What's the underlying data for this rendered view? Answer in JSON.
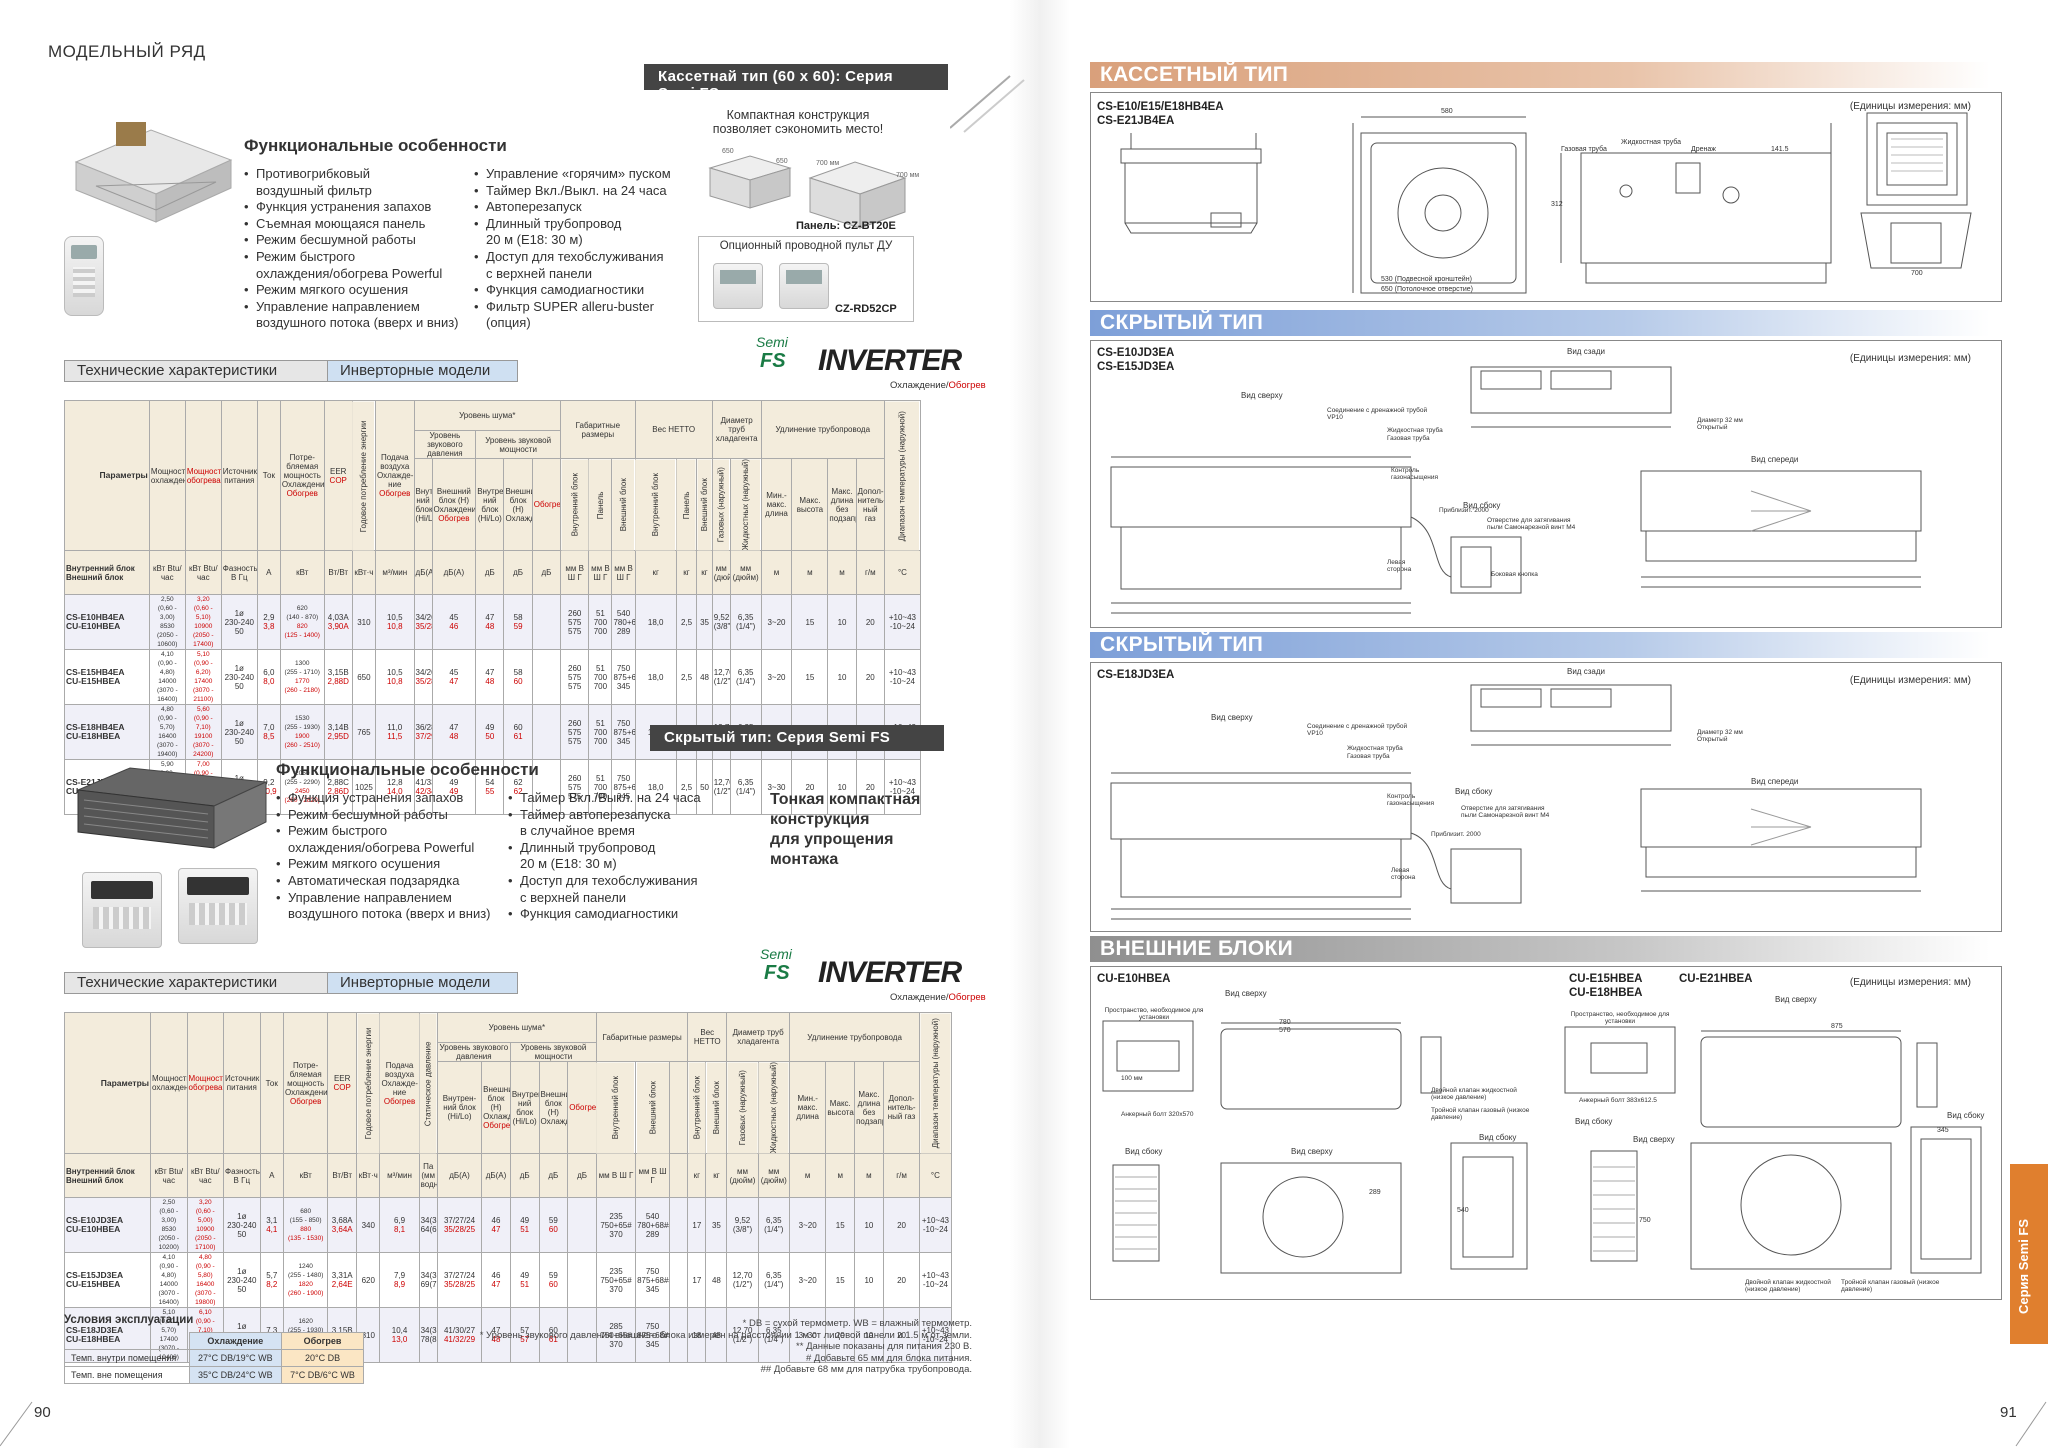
{
  "left": {
    "header": "МОДЕЛЬНЫЙ РЯД",
    "page_number": "90",
    "cassette": {
      "tag": "Кассетнай тип (60 х 60):  Серия Semi FS",
      "compact": "Компактная конструкция позволяет сэкономить место!",
      "dims": [
        "650",
        "650",
        "700 мм",
        "700 мм"
      ],
      "panel": "Панель: CZ-BT20E",
      "remote_title": "Опционный проводной пульт ДУ",
      "remote_code": "CZ-RD52CP",
      "features_title": "Функциональные особенности",
      "features_left": [
        "Противогрибковый",
        "воздушный фильтр",
        "Функция устранения запахов",
        "Съемная моющаяся панель",
        "Режим бесшумной работы",
        "Режим быстрого",
        "охлаждения/обогрева Powerful",
        "Режим мягкого осушения",
        "Управление направлением",
        "воздушного потока (вверх и вниз)"
      ],
      "features_right": [
        "Управление «горячим» пуском",
        "Таймер Вкл./Выкл. на 24 часа",
        "Автоперезапуск",
        "Длинный трубопровод",
        "20 м (E18: 30 м)",
        "Доступ для техобслуживания",
        "с верхней панели",
        "Функция самодиагностики",
        "Фильтр SUPER alleru-buster",
        "(опция)"
      ]
    },
    "tech_label": "Технические характеристики",
    "inverter_label": "Инверторные модели",
    "inverter_logo": "INVERTER",
    "semi_logo": "Semi",
    "fs_logo": "FS",
    "cool_heat": "Охлаждение/",
    "cool_heat_red": "Обогрев",
    "table_headers": {
      "params": "Параметры",
      "indoor": "Внутренний блок",
      "outdoor": "Внешний блок",
      "cap_cool": "Мощность охлаждения",
      "cap_heat": "Мощность обогрева",
      "power_src": "Источник питания",
      "current": "Ток",
      "power_cons": "Потре-бляемая мощность Охлаждение",
      "power_cons_red": "Обогрев",
      "eer": "EER",
      "cop": "COP",
      "annual": "Годовое потребление энергии",
      "airflow": "Подача воздуха Охлажде-ние",
      "airflow_red": "Обогрев",
      "noise": "Уровень шума*",
      "noise_press": "Уровень звукового давления",
      "noise_pow": "Уровень звуковой мощности",
      "n_in": "Внутрен-ний блок (Hi/Lo)",
      "n_out": "Внешний блок (H) Охлаждение",
      "n_out_red": "Обогрев",
      "dims": "Габаритные размеры",
      "d_in": "Внутренний блок",
      "d_panel": "Панель",
      "d_out": "Внешний блок",
      "weight": "Вес НЕТТО",
      "w_in": "Внутренний блок",
      "w_panel": "Панель",
      "w_out": "Внешний блок",
      "pipe": "Диаметр труб хладагента",
      "p_gas": "Газовых (наружный)",
      "p_liq": "Жидкостных (наружный)",
      "ext": "Удлинение трубопровода",
      "e_min": "Мин.- макс. длина",
      "e_h": "Макс. высота",
      "e_len": "Макс. длина без подзаправки",
      "e_add": "Допол-нитель-ный газ",
      "temp": "Диапазон температуры (наружной)",
      "static": "Статическое давление",
      "u_kw": "кВт Btu/час",
      "u_phase": "Фазность В Гц",
      "u_a": "А",
      "u_kw2": "кВт",
      "u_btw": "Вт/Вт",
      "u_kwh": "кВт·ч",
      "u_m3": "м³/мин",
      "u_pa": "Па (мм водн.ст.)",
      "u_db": "дБ(А)",
      "u_db2": "дБ",
      "u_mm": "мм В Ш Г",
      "u_kg": "кг",
      "u_mmd": "мм (дюйм)",
      "u_m": "м",
      "u_gm": "г/м",
      "u_c": "°C"
    },
    "table1": [
      {
        "in": "CS-E10HB4EA",
        "out": "CU-E10HBEA",
        "cool": [
          "2,50",
          "(0,60 - 3,00)",
          "8530",
          "(2050 - 10600)"
        ],
        "heat": [
          "3,20",
          "(0,60 - 5,10)",
          "10900",
          "(2050 - 17400)"
        ],
        "ps": [
          "1ø",
          "230-240",
          "50"
        ],
        "cur": [
          "2,9",
          "3,8"
        ],
        "pw": [
          "620",
          "(140 - 870)",
          "820",
          "(125 - 1400)"
        ],
        "eer": [
          "4,03A",
          "3,90A"
        ],
        "ann": "310",
        "air": [
          "10,5",
          "10,8"
        ],
        "nin": [
          "34/26/23",
          "35/28/25"
        ],
        "nout": [
          "45",
          "46"
        ],
        "pwi": [
          "47",
          "48"
        ],
        "pwo": [
          "58",
          "59"
        ],
        "din": [
          "260",
          "575",
          "575"
        ],
        "dpan": [
          "51",
          "700",
          "700"
        ],
        "dout": [
          "540",
          "780+68##",
          "289"
        ],
        "wi": "18,0",
        "wp": "2,5",
        "wo": "35",
        "gas": [
          "9,52",
          "(3/8\")"
        ],
        "liq": [
          "6,35",
          "(1/4\")"
        ],
        "emin": "3~20",
        "eh": "15",
        "elen": "10",
        "eadd": "20",
        "temp": [
          "+10~43",
          "-10~24"
        ]
      },
      {
        "in": "CS-E15HB4EA",
        "out": "CU-E15HBEA",
        "cool": [
          "4,10",
          "(0,90 - 4,80)",
          "14000",
          "(3070 - 16400)"
        ],
        "heat": [
          "5,10",
          "(0,90 - 6,20)",
          "17400",
          "(3070 - 21100)"
        ],
        "ps": [
          "1ø",
          "230-240",
          "50"
        ],
        "cur": [
          "6,0",
          "8,0"
        ],
        "pw": [
          "1300",
          "(255 - 1710)",
          "1770",
          "(260 - 2180)"
        ],
        "eer": [
          "3,15B",
          "2,88D"
        ],
        "ann": "650",
        "air": [
          "10,5",
          "10,8"
        ],
        "nin": [
          "34/26/23",
          "35/28/25"
        ],
        "nout": [
          "45",
          "47"
        ],
        "pwi": [
          "47",
          "48"
        ],
        "pwo": [
          "58",
          "60"
        ],
        "din": [
          "260",
          "575",
          "575"
        ],
        "dpan": [
          "51",
          "700",
          "700"
        ],
        "dout": [
          "750",
          "875+68##",
          "345"
        ],
        "wi": "18,0",
        "wp": "2,5",
        "wo": "48",
        "gas": [
          "12,70",
          "(1/2\")"
        ],
        "liq": [
          "6,35",
          "(1/4\")"
        ],
        "emin": "3~20",
        "eh": "15",
        "elen": "10",
        "eadd": "20",
        "temp": [
          "+10~43",
          "-10~24"
        ]
      },
      {
        "in": "CS-E18HB4EA",
        "out": "CU-E18HBEA",
        "cool": [
          "4,80",
          "(0,90 - 5,70)",
          "16400",
          "(3070 - 19400)"
        ],
        "heat": [
          "5,60",
          "(0,90 - 7,10)",
          "19100",
          "(3070 - 24200)"
        ],
        "ps": [
          "1ø",
          "230-240",
          "50"
        ],
        "cur": [
          "7,0",
          "8,5"
        ],
        "pw": [
          "1530",
          "(255 - 1930)",
          "1900",
          "(260 - 2510)"
        ],
        "eer": [
          "3,14B",
          "2,95D"
        ],
        "ann": "765",
        "air": [
          "11,0",
          "11,5"
        ],
        "nin": [
          "36/28/25",
          "37/29/26"
        ],
        "nout": [
          "47",
          "48"
        ],
        "pwi": [
          "49",
          "50"
        ],
        "pwo": [
          "60",
          "61"
        ],
        "din": [
          "260",
          "575",
          "575"
        ],
        "dpan": [
          "51",
          "700",
          "700"
        ],
        "dout": [
          "750",
          "875+68##",
          "345"
        ],
        "wi": "18,0",
        "wp": "2,5",
        "wo": "48",
        "gas": [
          "12,70",
          "(1/2\")"
        ],
        "liq": [
          "6,35",
          "(1/4\")"
        ],
        "emin": "3~30",
        "eh": "20",
        "elen": "10",
        "eadd": "20",
        "temp": [
          "+10~43",
          "-10~24"
        ]
      },
      {
        "in": "CS-E21JB4EA",
        "out": "CU-E21HBEA",
        "cool": [
          "5,90",
          "(0,90 - 6,80)",
          "20100",
          "(3070 - 23200)"
        ],
        "heat": [
          "7,00",
          "(0,90 - 8,00)",
          "23900",
          "(3070 - 27300)"
        ],
        "ps": [
          "1ø",
          "230-240",
          "50"
        ],
        "cur": [
          "9,2",
          "10,9"
        ],
        "pw": [
          "2050",
          "(255 - 2290)",
          "2450",
          "(260 - 2820)"
        ],
        "eer": [
          "2,88C",
          "2,86D"
        ],
        "ann": "1025",
        "air": [
          "12,8",
          "14,0"
        ],
        "nin": [
          "41/33/30",
          "42/34/31"
        ],
        "nout": [
          "49",
          "49"
        ],
        "pwi": [
          "54",
          "55"
        ],
        "pwo": [
          "62",
          "62"
        ],
        "din": [
          "260",
          "575",
          "575"
        ],
        "dpan": [
          "51",
          "700",
          "700"
        ],
        "dout": [
          "750",
          "875+68##",
          "345"
        ],
        "wi": "18,0",
        "wp": "2,5",
        "wo": "50",
        "gas": [
          "12,70",
          "(1/2\")"
        ],
        "liq": [
          "6,35",
          "(1/4\")"
        ],
        "emin": "3~30",
        "eh": "20",
        "elen": "10",
        "eadd": "20",
        "temp": [
          "+10~43",
          "-10~24"
        ]
      }
    ],
    "hidden": {
      "tag": "Скрытый тип:  Серия Semi FS",
      "features_title": "Функциональные особенности",
      "features_left": [
        "Функция устранения запахов",
        "Режим бесшумной работы",
        "Режим быстрого",
        "охлаждения/обогрева Powerful",
        "Режим мягкого осушения",
        "Автоматическая подзарядка",
        "Управление направлением",
        "воздушного потока (вверх и вниз)"
      ],
      "features_right": [
        "Таймер Вкл./Выкл. на 24 часа",
        "Таймер автоперезапуска",
        "в случайное время",
        "Длинный трубопровод",
        "20 м (E18: 30 м)",
        "Доступ для техобслуживания",
        "с верхней панели",
        "Функция самодиагностики"
      ],
      "slogan": [
        "Тонкая компактная",
        "конструкция",
        "для упрощения",
        "монтажа"
      ]
    },
    "table2": [
      {
        "in": "CS-E10JD3EA",
        "out": "CU-E10HBEA",
        "cool": [
          "2,50",
          "(0,60 - 3,00)",
          "8530",
          "(2050 - 10200)"
        ],
        "heat": [
          "3,20",
          "(0,60 - 5,00)",
          "10900",
          "(2050 - 17100)"
        ],
        "ps": [
          "1ø",
          "230-240",
          "50"
        ],
        "cur": [
          "3,1",
          "4,1"
        ],
        "pw": [
          "680",
          "(155 - 850)",
          "880",
          "(135 - 1530)"
        ],
        "eer": [
          "3,68A",
          "3,64A"
        ],
        "ann": "340",
        "air": [
          "6,9",
          "8,1"
        ],
        "st": [
          "34(3,5)",
          "64(6,5)"
        ],
        "nin": [
          "37/27/24",
          "35/28/25"
        ],
        "nout": [
          "46",
          "47"
        ],
        "pwi": [
          "49",
          "51"
        ],
        "pwo": [
          "59",
          "60"
        ],
        "din": [
          "235",
          "750+65#",
          "370"
        ],
        "dout": [
          "540",
          "780+68##",
          "289"
        ],
        "wi": "17",
        "wo": "35",
        "gas": [
          "9,52",
          "(3/8\")"
        ],
        "liq": [
          "6,35",
          "(1/4\")"
        ],
        "emin": "3~20",
        "eh": "15",
        "elen": "10",
        "eadd": "20",
        "temp": [
          "+10~43",
          "-10~24"
        ]
      },
      {
        "in": "CS-E15JD3EA",
        "out": "CU-E15HBEA",
        "cool": [
          "4,10",
          "(0,90 - 4,80)",
          "14000",
          "(3070 - 16400)"
        ],
        "heat": [
          "4,80",
          "(0,90 - 5,80)",
          "16400",
          "(3070 - 19800)"
        ],
        "ps": [
          "1ø",
          "230-240",
          "50"
        ],
        "cur": [
          "5,7",
          "8,2"
        ],
        "pw": [
          "1240",
          "(255 - 1480)",
          "1820",
          "(260 - 1900)"
        ],
        "eer": [
          "3,31A",
          "2,64E"
        ],
        "ann": "620",
        "air": [
          "7,9",
          "8,9"
        ],
        "st": [
          "34(3,5)",
          "69(7,0)"
        ],
        "nin": [
          "37/27/24",
          "35/28/25"
        ],
        "nout": [
          "46",
          "47"
        ],
        "pwi": [
          "49",
          "51"
        ],
        "pwo": [
          "59",
          "60"
        ],
        "din": [
          "235",
          "750+65#",
          "370"
        ],
        "dout": [
          "750",
          "875+68##",
          "345"
        ],
        "wi": "17",
        "wo": "48",
        "gas": [
          "12,70",
          "(1/2\")"
        ],
        "liq": [
          "6,35",
          "(1/4\")"
        ],
        "emin": "3~20",
        "eh": "15",
        "elen": "10",
        "eadd": "20",
        "temp": [
          "+10~43",
          "-10~24"
        ]
      },
      {
        "in": "CS-E18JD3EA",
        "out": "CU-E18HBEA",
        "cool": [
          "5,10",
          "(0,90 - 5,70)",
          "17400",
          "(3070 - 19400)"
        ],
        "heat": [
          "6,10",
          "(0,90 - 7,10)",
          "20800",
          "(3070 - 24200)"
        ],
        "ps": [
          "1ø",
          "230-240",
          "50"
        ],
        "cur": [
          "7,3",
          "8,3"
        ],
        "pw": [
          "1620",
          "(255 - 1930)",
          "1850",
          "(260 - 2400)"
        ],
        "eer": [
          "3,15B",
          "3,30C"
        ],
        "ann": "810",
        "air": [
          "10,4",
          "13,0"
        ],
        "st": [
          "34(3,5)",
          "78(8,0)"
        ],
        "nin": [
          "41/30/27",
          "41/32/29"
        ],
        "nout": [
          "47",
          "48"
        ],
        "pwi": [
          "57",
          "57"
        ],
        "pwo": [
          "60",
          "61"
        ],
        "din": [
          "285",
          "750+65#",
          "370"
        ],
        "dout": [
          "750",
          "875+68##",
          "345"
        ],
        "wi": "18",
        "wo": "48",
        "gas": [
          "12,70",
          "(1/2\")"
        ],
        "liq": [
          "6,35",
          "(1/4\")"
        ],
        "emin": "3~30",
        "eh": "20",
        "elen": "10",
        "eadd": "20",
        "temp": [
          "+10~43",
          "-10~24"
        ]
      }
    ],
    "conditions": {
      "title": "Условия эксплуатации",
      "cool": "Охлаждение",
      "heat": "Обогрев",
      "row1": "Темп. внутри помещения",
      "row2": "Темп. вне помещения",
      "r1c": "27°C DB/19°C WB",
      "r1h": "20°C DB",
      "r2c": "35°C DB/24°C WB",
      "r2h": "7°C DB/6°C WB"
    },
    "notes": [
      "* DB = сухой термометр. WB = влажный термометр.",
      "* Уровень звукового давления внешнего блока измерен на расстоянии 1 м от лицевой панели и 1.5 м от земли.",
      "** Данные показаны для питания 230 В.",
      "# Добавьте 65 мм для блока питания.",
      "## Добавьте 68 мм для патрубка трубопровода."
    ]
  },
  "right": {
    "page_number": "91",
    "side_tab": "Серия Semi FS",
    "units_note": "(Единицы измерения: мм)",
    "s1": {
      "title": "КАССЕТНЫЙ ТИП",
      "models": [
        "CS-E10/E15/E18HB4EA",
        "CS-E21JB4EA"
      ]
    },
    "s2": {
      "title": "СКРЫТЫЙ ТИП",
      "models": [
        "CS-E10JD3EA",
        "CS-E15JD3EA"
      ]
    },
    "s3": {
      "title": "СКРЫТЫЙ ТИП",
      "models": [
        "CS-E18JD3EA"
      ]
    },
    "s4": {
      "title": "ВНЕШНИЕ БЛОКИ",
      "m1": "CU-E10HBEA",
      "m2": [
        "CU-E15HBEA",
        "CU-E18HBEA"
      ],
      "m3": "CU-E21HBEA"
    },
    "dl": {
      "top": "Вид сверху",
      "back": "Вид сзади",
      "front": "Вид спереди",
      "side": "Вид сбоку",
      "gas": "Газовая труба",
      "liquid": "Жидкостная труба",
      "drain": "Дренаж",
      "d1": "580",
      "d2": "530 (Подвесной кронштейн)",
      "d3": "650 (Потолочное отверстие)",
      "d4": "700",
      "d5": "141.5",
      "d6": "312",
      "d7": "780",
      "d8": "570",
      "d9": "875",
      "d10": "289",
      "d11": "345",
      "d12": "540",
      "d13": "750",
      "d14": "100 мм",
      "space": "Пространство, необходимое для установки",
      "anchor1": "Анкерный болт 320х570",
      "anchor2": "Анкерный болт 383х612.5",
      "valve_liq": "Двойной клапан жидкостной (низкое давление)",
      "valve_gas": "Тройной клапан газовый (низкое давление)",
      "conn": "Соединение с дренажной трубой VP10",
      "control": "Контроль газонасыщения",
      "power": "Приблизит. 2000",
      "hook": "Боковая кнопка",
      "bolt": "Отверстие для затягивания пыли Самонарезной винт M4",
      "d32": "Диаметр 32 мм Открытый",
      "lrside": "Левая сторона"
    }
  }
}
